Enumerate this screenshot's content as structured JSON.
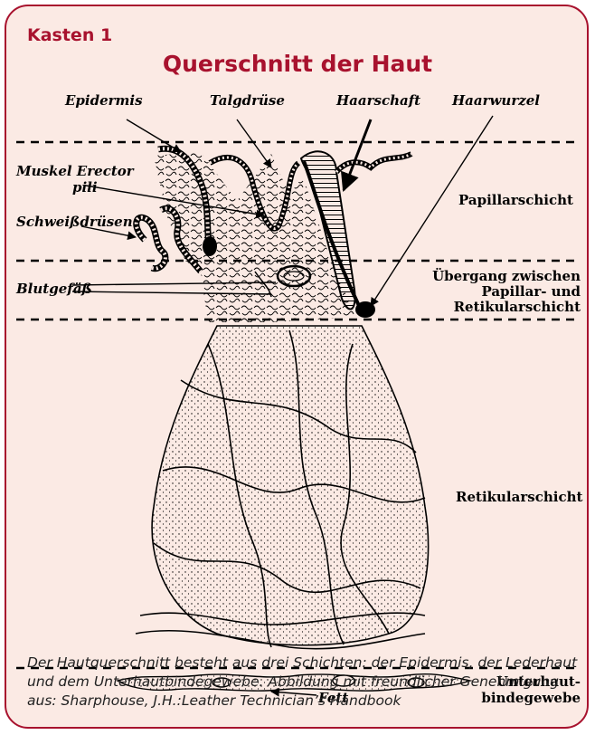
{
  "box_label": "Kasten 1",
  "title": "Querschnitt der Haut",
  "top_labels": {
    "epidermis": "Epidermis",
    "talgdruese": "Talgdrüse",
    "haarschaft": "Haarschaft",
    "haarwurzel": "Haarwurzel"
  },
  "left_labels": {
    "muskel_line1": "Muskel Erector",
    "muskel_line2": "pili",
    "schweissdruesen": "Schweißdrüsen",
    "blutgefaess": "Blutgefäß"
  },
  "right_labels": {
    "papillarschicht": "Papillarschicht",
    "uebergang_line1": "Übergang zwischen",
    "uebergang_line2": "Papillar- und",
    "uebergang_line3": "Retikularschicht",
    "retikularschicht": "Retikularschicht",
    "unterhaut_line1": "Unterhaut-",
    "unterhaut_line2": "bindegewebe"
  },
  "bottom_label": "Fett",
  "caption": "Der Hautquerschnitt besteht aus drei Schichten: der Epidermis, der Lederhaut und dem Unterhautbindegewebe. Abbildung mit freundlicher Genehmigung aus: Sharphouse, J.H.:Leather Technician’s Handbook",
  "colors": {
    "accent": "#a8122e",
    "panel_bg": "#fbeae4",
    "ink": "#000000"
  }
}
